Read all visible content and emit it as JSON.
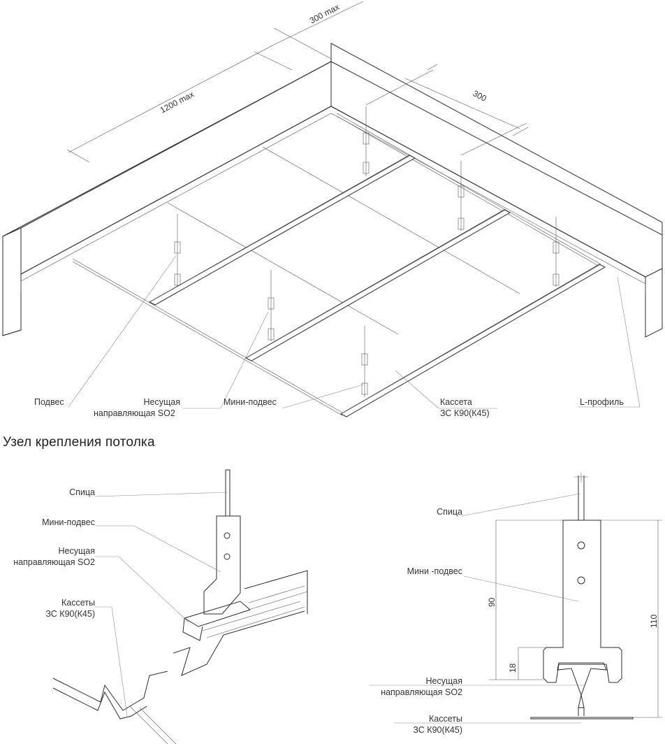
{
  "overview": {
    "dimensions": {
      "d300max": "300 max",
      "d1200max": "1200 max",
      "d300": "300"
    },
    "labels": {
      "podves": "Подвес",
      "nesushchaya_l1": "Несущая",
      "nesushchaya_l2": "направляющая SO2",
      "mini_podves": "Мини-подвес",
      "kasseta_l1": "Кассета",
      "kasseta_l2": "ЗС К90(К45)",
      "l_profil": "L-профиль"
    }
  },
  "section_title": "Узел крепления потолка",
  "detail_left": {
    "spitsa": "Спица",
    "mini_podves": "Мини-подвес",
    "nesushchaya_l1": "Несущая",
    "nesushchaya_l2": "направляющая SO2",
    "kassety_l1": "Кассеты",
    "kassety_l2": "ЗС К90(К45)"
  },
  "detail_right": {
    "spitsa": "Спица",
    "mini_podves": "Мини -подвес",
    "nesushchaya_l1": "Несущая",
    "nesushchaya_l2": "направляющая SO2",
    "kassety_l1": "Кассеты",
    "kassety_l2": "ЗС К90(К45)",
    "dims": {
      "d90": "90",
      "d18": "18",
      "d110": "110"
    }
  }
}
